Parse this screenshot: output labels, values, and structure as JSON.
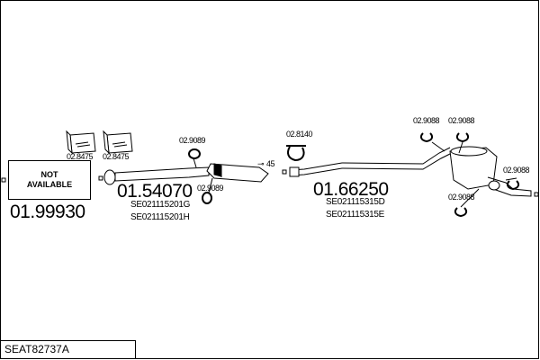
{
  "reference": "SEAT82737A",
  "not_available": {
    "line1": "NOT",
    "line2": "AVAILABLE"
  },
  "sections": [
    {
      "number": "01.99930"
    },
    {
      "number": "01.54070",
      "oe_codes": [
        "SE021115201G",
        "SE021115201H"
      ]
    },
    {
      "number": "01.66250",
      "oe_codes": [
        "SE021115315D",
        "SE021115315E"
      ]
    }
  ],
  "parts": {
    "kit_a": "02.8475",
    "kit_b": "02.8475",
    "ring_top": "02.9089",
    "ring_bottom": "02.9089",
    "clamp_size": "45",
    "clamp_part": "02.8140",
    "hanger_1": "02.9088",
    "hanger_2": "02.9088",
    "hanger_3": "02.9088",
    "hanger_4": "02.9088"
  }
}
